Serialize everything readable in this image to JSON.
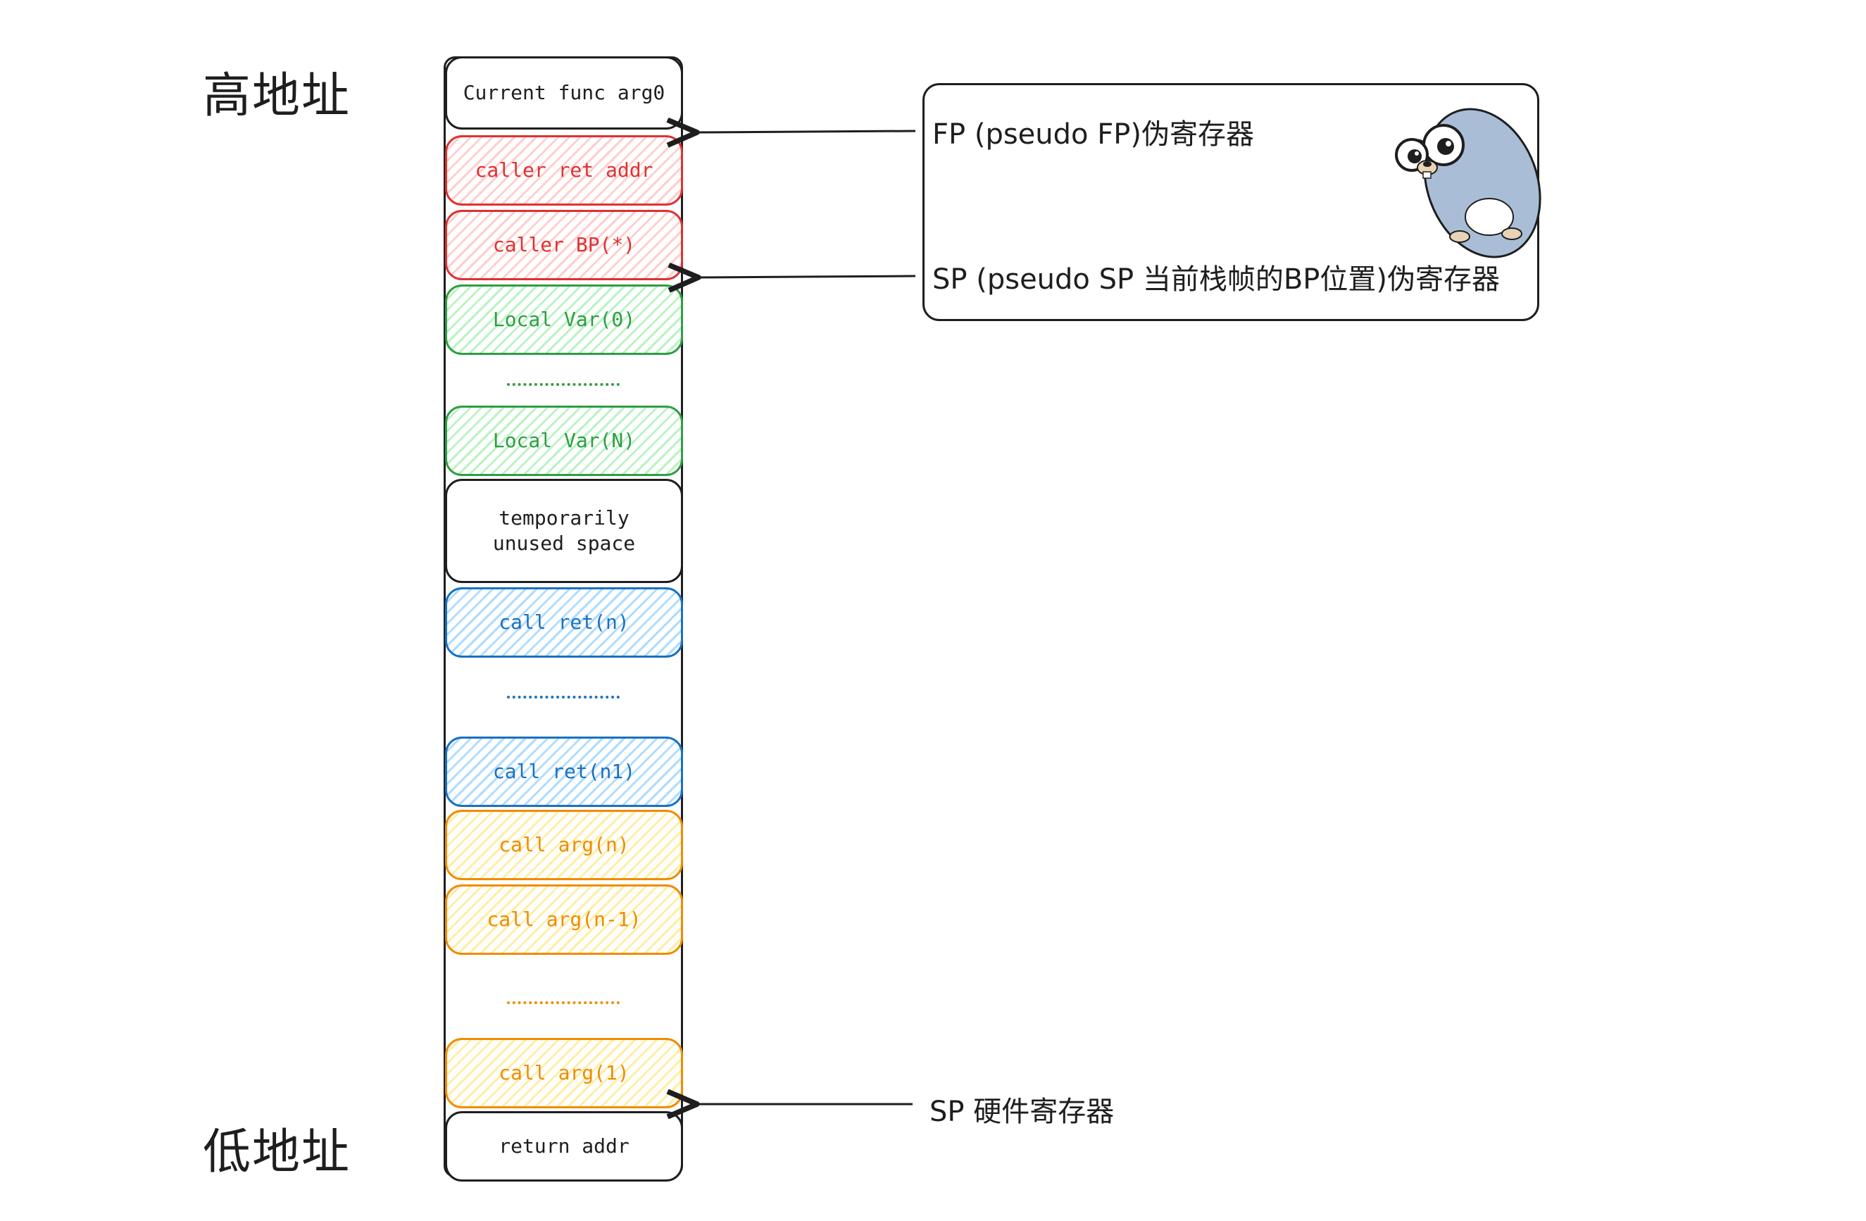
{
  "labels": {
    "high_address": "高地址",
    "low_address": "低地址"
  },
  "stack": {
    "cells": [
      {
        "text": "Current func arg0",
        "color": "#1e1e1e"
      },
      {
        "text": "caller ret addr",
        "color": "#e03131"
      },
      {
        "text": "caller BP(*)",
        "color": "#e03131"
      },
      {
        "text": "Local Var(0)",
        "color": "#2f9e44"
      },
      {
        "text": "Local Var(N)",
        "color": "#2f9e44"
      },
      {
        "text": "temporarily\nunused space",
        "color": "#1e1e1e"
      },
      {
        "text": "call ret(n)",
        "color": "#1971c2"
      },
      {
        "text": "call ret(n1)",
        "color": "#1971c2"
      },
      {
        "text": "call arg(n)",
        "color": "#f08c00"
      },
      {
        "text": "call arg(n-1)",
        "color": "#f08c00"
      },
      {
        "text": "call arg(1)",
        "color": "#f08c00"
      },
      {
        "text": "return addr",
        "color": "#1e1e1e"
      }
    ],
    "ellipses": [
      {
        "color": "#2f9e44"
      },
      {
        "color": "#1971c2"
      },
      {
        "color": "#f08c00"
      }
    ]
  },
  "annotations": {
    "fp": "FP (pseudo FP)伪寄存器",
    "sp_pseudo": "SP (pseudo SP 当前栈帧的BP位置)伪寄存器",
    "sp_hardware": "SP 硬件寄存器"
  },
  "mascot": {
    "icon": "gopher-icon"
  },
  "colors": {
    "ink": "#1e1e1e",
    "red": "#e03131",
    "green": "#2f9e44",
    "blue": "#1971c2",
    "orange": "#f08c00"
  }
}
